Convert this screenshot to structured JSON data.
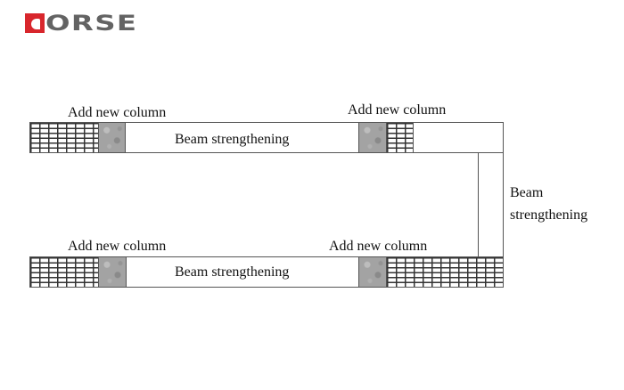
{
  "logo": {
    "text": "ORSE",
    "brand_color": "#d8262c",
    "text_color": "#636363"
  },
  "diagram": {
    "top_row": {
      "label_left": "Add new column",
      "label_right": "Add new column",
      "beam_label": "Beam strengthening"
    },
    "right_side": {
      "beam_label_line1": "Beam",
      "beam_label_line2": "strengthening"
    },
    "bottom_row": {
      "label_left": "Add new column",
      "label_right": "Add new column",
      "beam_label": "Beam strengthening"
    }
  }
}
